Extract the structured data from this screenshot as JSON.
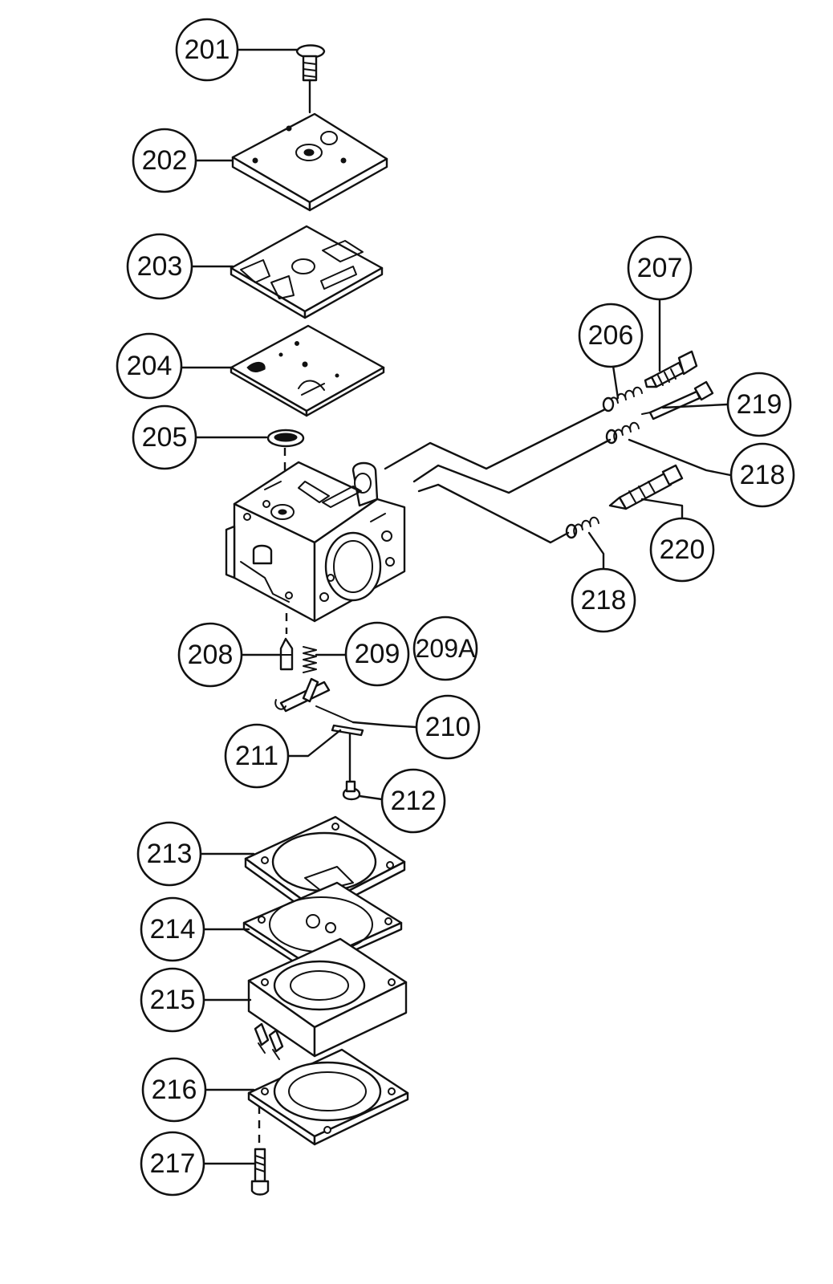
{
  "callouts": [
    {
      "id": "201",
      "label": "201"
    },
    {
      "id": "202",
      "label": "202"
    },
    {
      "id": "203",
      "label": "203"
    },
    {
      "id": "204",
      "label": "204"
    },
    {
      "id": "205",
      "label": "205"
    },
    {
      "id": "206",
      "label": "206"
    },
    {
      "id": "207",
      "label": "207"
    },
    {
      "id": "208",
      "label": "208"
    },
    {
      "id": "209",
      "label": "209"
    },
    {
      "id": "209A",
      "label": "209A"
    },
    {
      "id": "210",
      "label": "210"
    },
    {
      "id": "211",
      "label": "211"
    },
    {
      "id": "212",
      "label": "212"
    },
    {
      "id": "213",
      "label": "213"
    },
    {
      "id": "214",
      "label": "214"
    },
    {
      "id": "215",
      "label": "215"
    },
    {
      "id": "216",
      "label": "216"
    },
    {
      "id": "217",
      "label": "217"
    },
    {
      "id": "218a",
      "label": "218"
    },
    {
      "id": "218b",
      "label": "218"
    },
    {
      "id": "219",
      "label": "219"
    },
    {
      "id": "220",
      "label": "220"
    }
  ]
}
